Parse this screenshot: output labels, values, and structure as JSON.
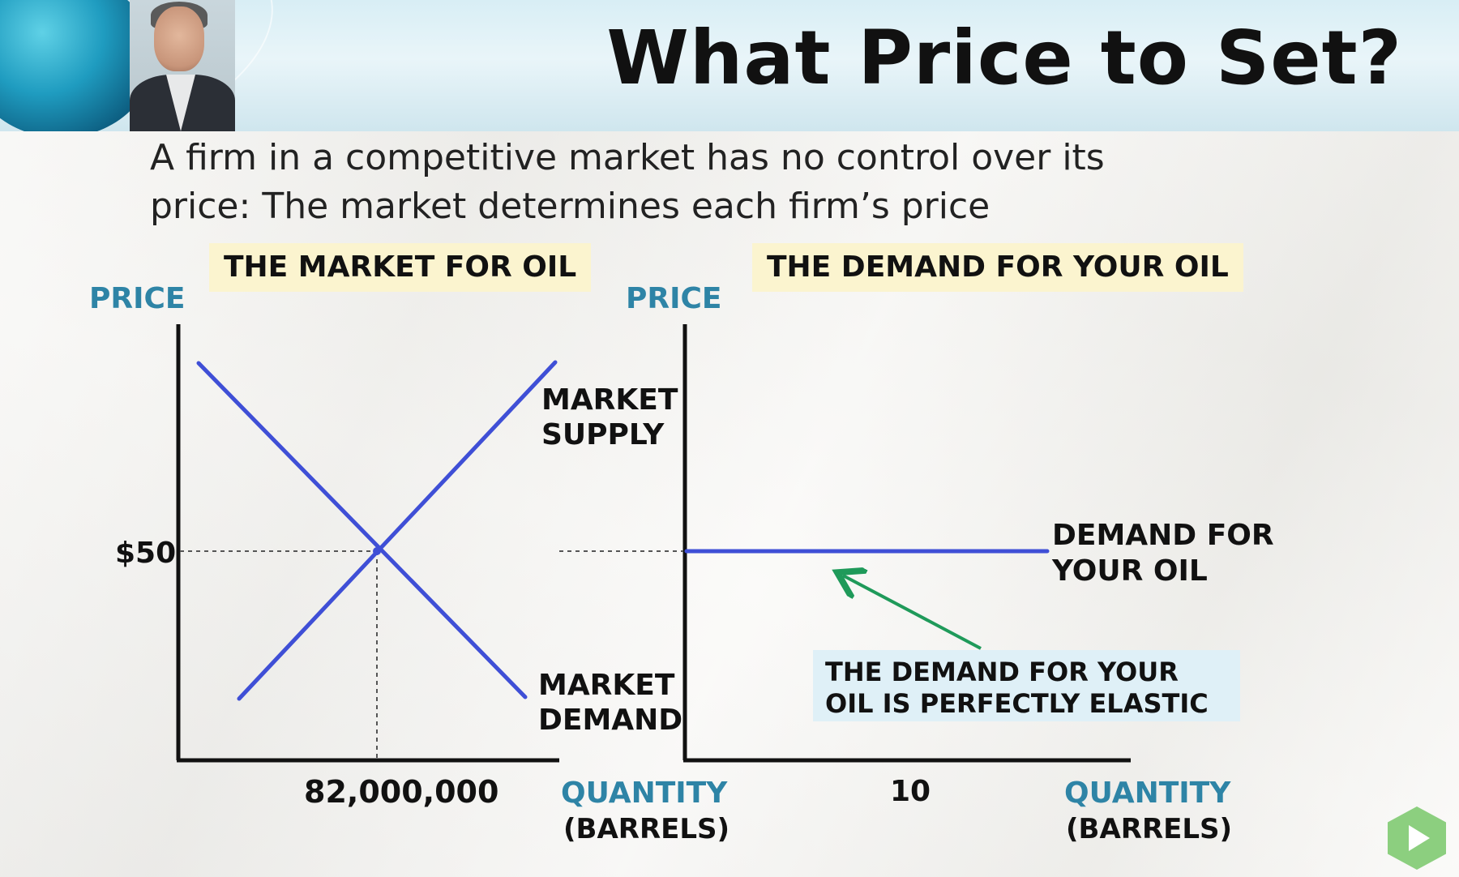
{
  "header": {
    "title": "What Price to Set?"
  },
  "subtitle": {
    "line1": "A firm in a competitive market has no control over its",
    "line2": "price:  The market determines each firm’s price"
  },
  "colors": {
    "curve": "#3f4fd6",
    "arrow": "#1f9a5a",
    "axis_label": "#2e84a6",
    "title_highlight": "#fbf4cf",
    "note_highlight": "#dff0f7"
  },
  "chart_data": [
    {
      "type": "line",
      "title": "THE MARKET FOR OIL",
      "ylabel": "PRICE",
      "xlabel_line1": "QUANTITY",
      "xlabel_line2": "(BARRELS)",
      "x_tick_label": "82,000,000",
      "y_tick_label": "$50",
      "equilibrium": {
        "quantity": 82000000,
        "price": 50
      },
      "series": [
        {
          "name_line1": "MARKET",
          "name_line2": "SUPPLY",
          "slope": "upward"
        },
        {
          "name_line1": "MARKET",
          "name_line2": "DEMAND",
          "slope": "downward"
        }
      ],
      "grid": false
    },
    {
      "type": "line",
      "title": "THE DEMAND FOR YOUR OIL",
      "ylabel": "PRICE",
      "xlabel_line1": "QUANTITY",
      "xlabel_line2": "(BARRELS)",
      "x_tick_label": "10",
      "series": [
        {
          "name_line1": "DEMAND FOR",
          "name_line2": "YOUR OIL",
          "price": 50,
          "shape": "horizontal"
        }
      ],
      "annotation": {
        "line1": "THE DEMAND FOR YOUR",
        "line2": "OIL IS PERFECTLY ELASTIC"
      },
      "grid": false
    }
  ]
}
